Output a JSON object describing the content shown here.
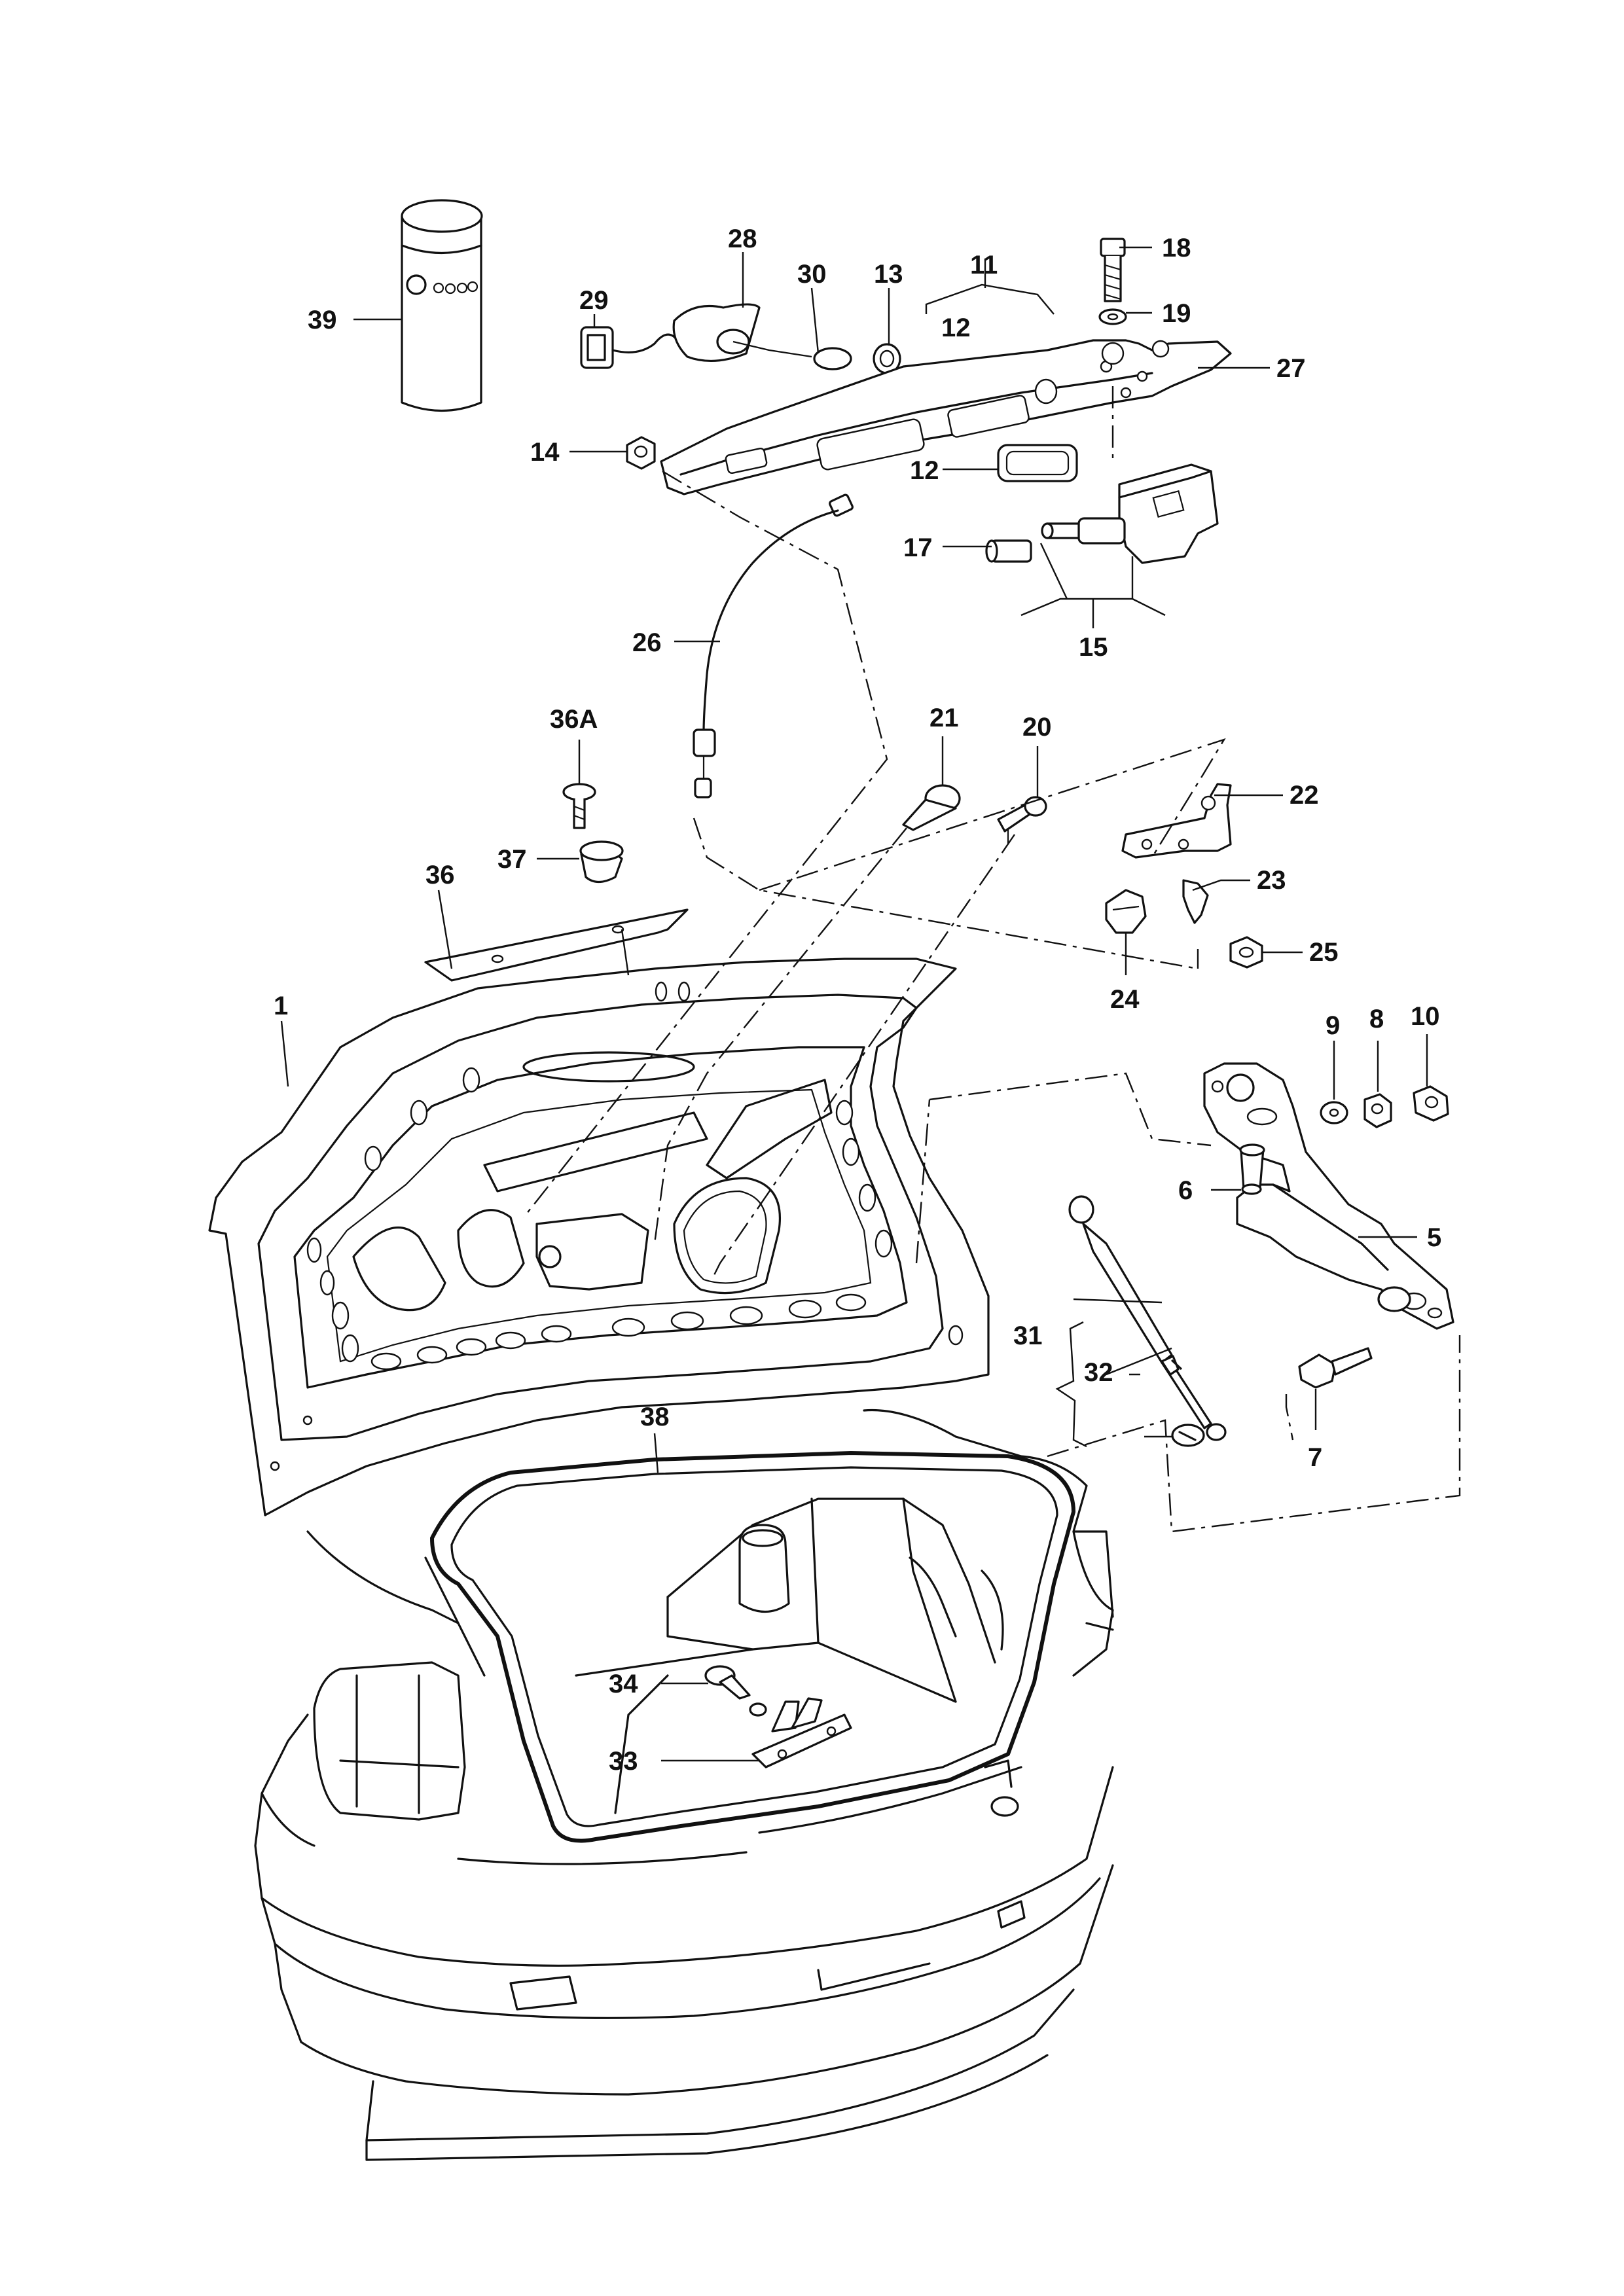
{
  "diagram": {
    "callouts": [
      {
        "id": "c39",
        "text": "39"
      },
      {
        "id": "c29",
        "text": "29"
      },
      {
        "id": "c28",
        "text": "28"
      },
      {
        "id": "c30",
        "text": "30"
      },
      {
        "id": "c13",
        "text": "13"
      },
      {
        "id": "c11",
        "text": "11"
      },
      {
        "id": "c12a",
        "text": "12"
      },
      {
        "id": "c12b",
        "text": "12"
      },
      {
        "id": "c18",
        "text": "18"
      },
      {
        "id": "c19",
        "text": "19"
      },
      {
        "id": "c27",
        "text": "27"
      },
      {
        "id": "c14",
        "text": "14"
      },
      {
        "id": "c17",
        "text": "17"
      },
      {
        "id": "c15",
        "text": "15"
      },
      {
        "id": "c26",
        "text": "26"
      },
      {
        "id": "c36A",
        "text": "36A"
      },
      {
        "id": "c21",
        "text": "21"
      },
      {
        "id": "c20",
        "text": "20"
      },
      {
        "id": "c22",
        "text": "22"
      },
      {
        "id": "c37",
        "text": "37"
      },
      {
        "id": "c36",
        "text": "36"
      },
      {
        "id": "c23",
        "text": "23"
      },
      {
        "id": "c25",
        "text": "25"
      },
      {
        "id": "c24",
        "text": "24"
      },
      {
        "id": "c1",
        "text": "1"
      },
      {
        "id": "c9",
        "text": "9"
      },
      {
        "id": "c8",
        "text": "8"
      },
      {
        "id": "c10",
        "text": "10"
      },
      {
        "id": "c6",
        "text": "6"
      },
      {
        "id": "c5",
        "text": "5"
      },
      {
        "id": "c31",
        "text": "31"
      },
      {
        "id": "c32",
        "text": "32"
      },
      {
        "id": "c7",
        "text": "7"
      },
      {
        "id": "c38",
        "text": "38"
      },
      {
        "id": "c34",
        "text": "34"
      },
      {
        "id": "c33",
        "text": "33"
      }
    ]
  }
}
